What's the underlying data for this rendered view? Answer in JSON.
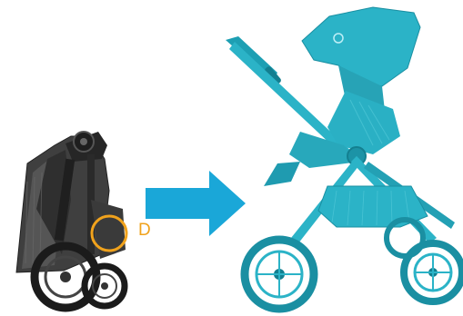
{
  "instruction_figure": {
    "folded_stroller": {
      "description_icon": "folded-stroller-image"
    },
    "step_arrow": {
      "icon": "arrow-right-icon",
      "color": "#1aa7d8"
    },
    "unfolded_stroller": {
      "description_icon": "unfolded-stroller-image"
    },
    "highlight": {
      "label": "D",
      "ring_color": "#f0a21c"
    },
    "colors": {
      "folded_gray": "#4a4a4a",
      "stroller_teal": "#2bb3c7",
      "wheel_dark": "#222222"
    }
  }
}
